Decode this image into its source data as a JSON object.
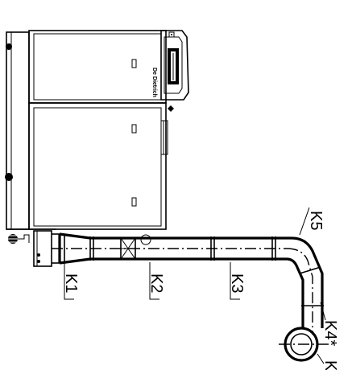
{
  "drawing": {
    "brand_text": "De Dietrich",
    "labels": {
      "k1": "K1",
      "k2": "K2",
      "k3": "K3",
      "k4": "K4*",
      "k5": "K5",
      "k_partial": "K"
    }
  }
}
